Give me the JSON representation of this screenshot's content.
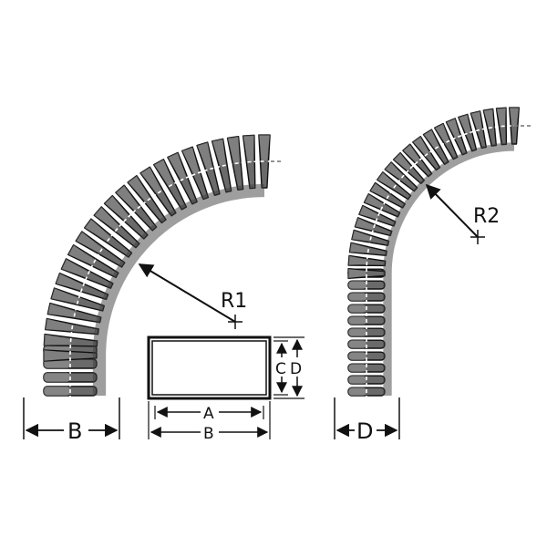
{
  "diagram": {
    "labels": {
      "r1": "R1",
      "r2": "R2",
      "b_left": "B",
      "d_right": "D",
      "a_rect": "A",
      "b_rect": "B",
      "c_rect": "C",
      "d_rect": "D"
    },
    "colors": {
      "tube_dark": "#3d3d3d",
      "tube_mid": "#6a6a6a",
      "tube_light": "#9a9a9a",
      "outline": "#111111",
      "centerline": "#ffffff"
    }
  }
}
